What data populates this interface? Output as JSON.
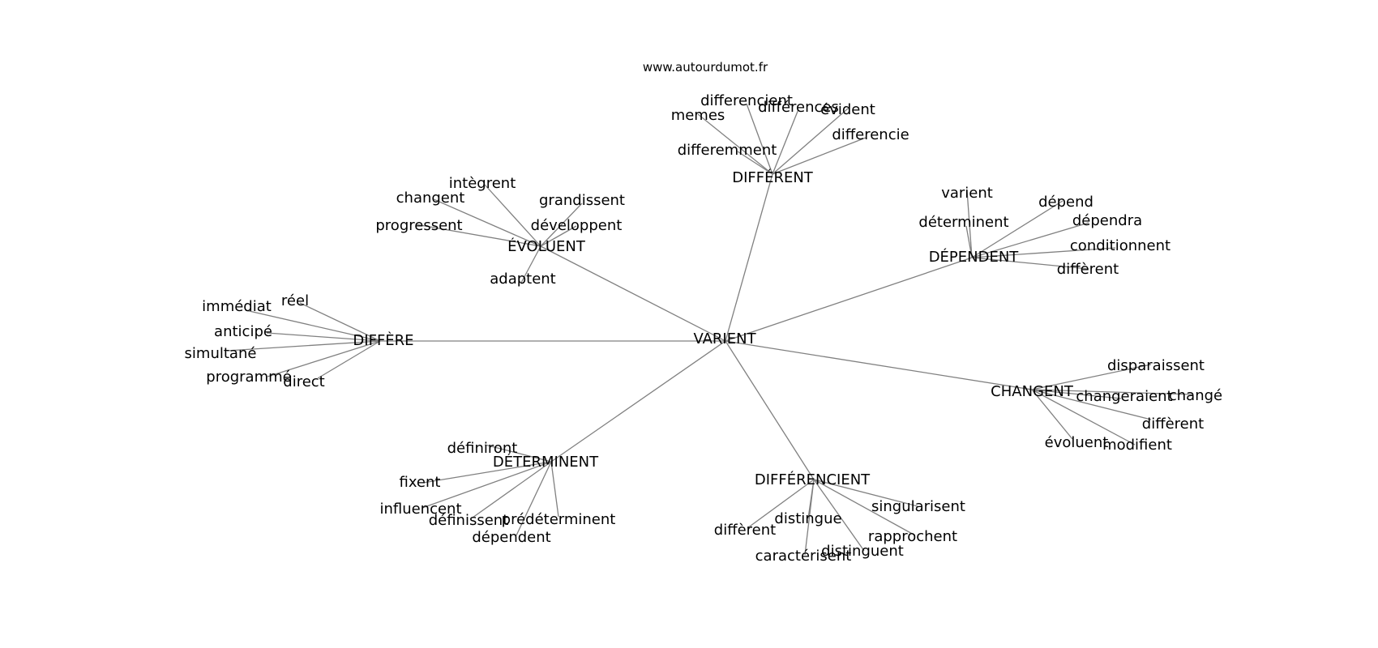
{
  "site": "www.autourdumot.fr",
  "center": {
    "id": "VARIENT",
    "label": "VARIENT"
  },
  "hubs": [
    {
      "id": "DIFFERENT",
      "label": "DIFFÉRENT",
      "leaves": [
        "differencient",
        "différences",
        "évident",
        "memes",
        "differencie",
        "differemment"
      ]
    },
    {
      "id": "EVOLUENT",
      "label": "ÉVOLUENT",
      "leaves": [
        "intègrent",
        "changent",
        "grandissent",
        "développent",
        "progressent",
        "adaptent"
      ]
    },
    {
      "id": "DEPENDENT",
      "label": "DÉPENDENT",
      "leaves": [
        "varient",
        "dépend",
        "déterminent",
        "dépendra",
        "conditionnent",
        "diffèrent"
      ]
    },
    {
      "id": "DIFFERE",
      "label": "DIFFÈRE",
      "leaves": [
        "réel",
        "immédiat",
        "anticipé",
        "simultané",
        "programmé",
        "direct"
      ]
    },
    {
      "id": "CHANGENT",
      "label": "CHANGENT",
      "leaves": [
        "disparaissent",
        "changeraient",
        "changé",
        "diffèrent",
        "évoluent",
        "modifient"
      ]
    },
    {
      "id": "DETERMINENT",
      "label": "DÉTERMINENT",
      "leaves": [
        "définiront",
        "fixent",
        "influencent",
        "définissent",
        "prédéterminent",
        "dépendent"
      ]
    },
    {
      "id": "DIFFERENCIENT",
      "label": "DIFFÉRENCIENT",
      "leaves": [
        "singularisent",
        "distingue",
        "diffèrent",
        "rapprochent",
        "distinguent",
        "caractérisent"
      ]
    }
  ]
}
